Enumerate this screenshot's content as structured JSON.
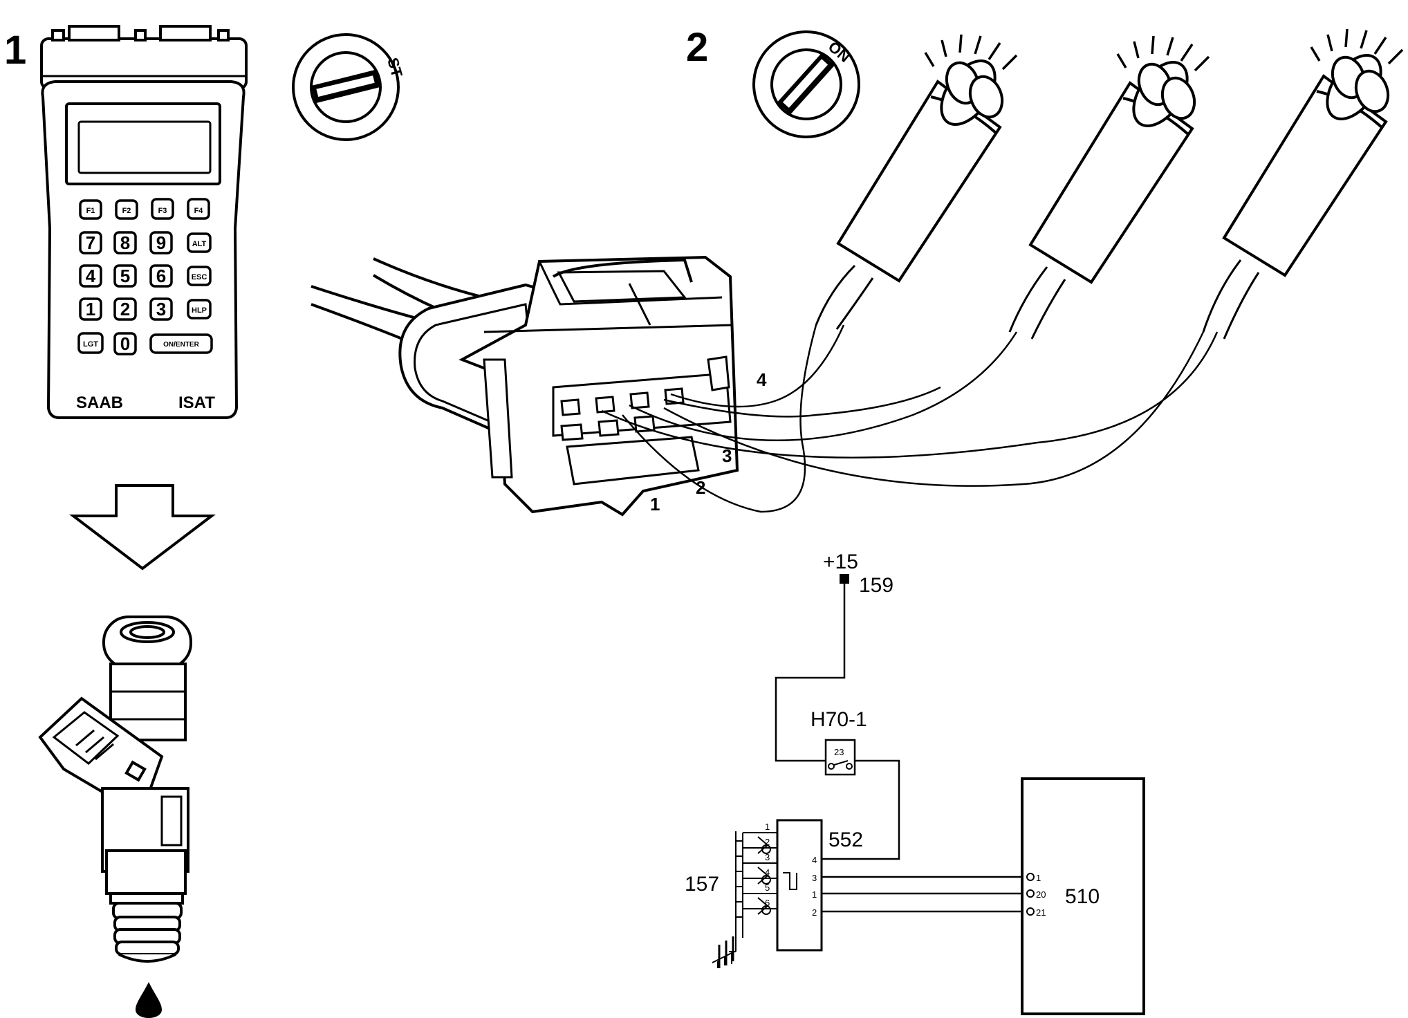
{
  "steps": {
    "step1": "1",
    "step2": "2"
  },
  "ignition": {
    "start_label": "ST",
    "on_label": "ON"
  },
  "isat": {
    "brand": "SAAB",
    "model": "ISAT",
    "keys": {
      "f1": "F1",
      "f2": "F2",
      "f3": "F3",
      "f4": "F4",
      "k7": "7",
      "k8": "8",
      "k9": "9",
      "alt": "ALT",
      "k4": "4",
      "k5": "5",
      "k6": "6",
      "esc": "ESC",
      "k1": "1",
      "k2": "2",
      "k3": "3",
      "hlp": "HLP",
      "lgt": "LGT",
      "k0": "0",
      "enter": "ON/ENTER"
    }
  },
  "connector_pins": {
    "p1": "1",
    "p2": "2",
    "p3": "3",
    "p4": "4"
  },
  "schematic": {
    "supply": "+15",
    "supply_node": "159",
    "fuse_label": "H70-1",
    "fuse_number": "23",
    "relay_label": "552",
    "injector_label": "157",
    "ecu_label": "510",
    "relay_pins": {
      "p4": "4",
      "p3": "3",
      "p1": "1",
      "p2": "2"
    },
    "injector_pins": [
      "1",
      "2",
      "3",
      "4",
      "5",
      "6"
    ],
    "ecu_pins": {
      "a": "1",
      "b": "20",
      "c": "21"
    }
  }
}
